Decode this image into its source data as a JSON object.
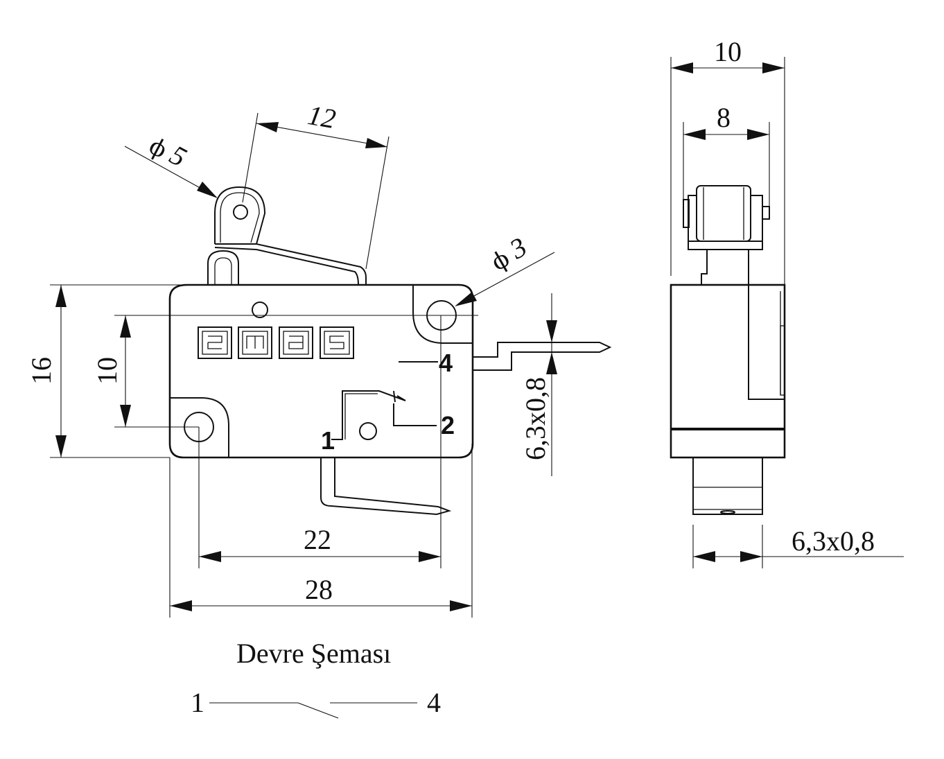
{
  "front_view": {
    "dim_length": "28",
    "dim_hole_spacing": "22",
    "dim_height": "16",
    "dim_hole_vertical": "10",
    "dim_lever_offset": "12",
    "dim_roller_dia_symbol": "ϕ",
    "dim_roller_dia": "5",
    "dim_hole_dia_symbol": "ϕ",
    "dim_hole_dia": "3",
    "dim_terminal": "6,3x0,8",
    "logo": "emas",
    "terminals": {
      "t1": "1",
      "t2": "2",
      "t4": "4"
    }
  },
  "side_view": {
    "dim_overall_width": "10",
    "dim_roller_width": "8",
    "dim_terminal": "6,3x0,8"
  },
  "circuit": {
    "title": "Devre Şeması",
    "left_terminal": "1",
    "right_terminal": "4"
  }
}
